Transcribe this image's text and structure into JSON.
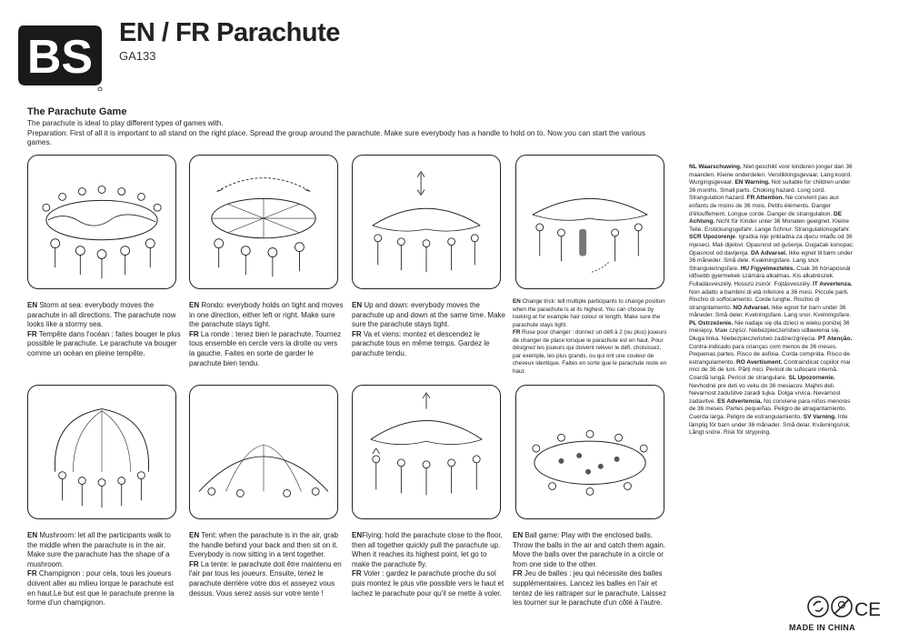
{
  "header": {
    "logo_text": "BS",
    "title": "EN / FR Parachute",
    "code": "GA133"
  },
  "intro": {
    "heading": "The Parachute Game",
    "line1": "The parachute is ideal to play different types of games with.",
    "line2": "Preparation: First of all it is important to all stand on the right place. Spread the group around the parachute. Make sure everybody has a handle to hold on to. Now you can start the various games."
  },
  "games": [
    {
      "en_tag": "EN",
      "en": " Storm at sea: everybody moves the parachute in all directions. The parachute now looks like a stormy sea.",
      "fr_tag": "FR",
      "fr": " Tempête dans  l'océan : faites bouger le plus possible le parachute. Le parachute va bouger comme un océan en pleine tempête."
    },
    {
      "en_tag": "EN",
      "en": " Rondo: everybody holds on tight and moves in one direction, either left or right. Make sure the parachute stays tight.",
      "fr_tag": "FR",
      "fr": " La ronde : tenez bien le parachute. Tournez tous ensemble en cercle vers la droite ou vers la gauche. Faites en sorte de garder le parachute bien tendu."
    },
    {
      "en_tag": "EN",
      "en": " Up and down: everybody moves the parachute up and down at the same time. Make sure the parachute stays tight.",
      "fr_tag": "FR",
      "fr": " Va et viens: montez et descendez le parachute tous en même temps. Gardez le parachute tendu."
    },
    {
      "en_tag": "EN",
      "en": " Change trick: tell multiple participants to change position when the parachute is at its highest. You can choose by looking at for example hair colour or length. Make sure the parachute stays tight.",
      "fr_tag": "FR",
      "fr": " Ruse pour changer : donnez un défi à 2 (ou plus) joueurs de changer de place lorsque le parachute est en haut. Pour désignez les joueurs qui doivent relever le défi, choisissez, par exemple, les plus grands, ou qui ont une couleur de cheveux identique. Faites en sorte que le parachute reste en haut."
    },
    {
      "en_tag": "EN",
      "en": " Mushroom: let all the participants walk to the middle when the parachute is in the air. Make sure the parachute has the shape of a mushroom.",
      "fr_tag": "FR",
      "fr": " Champignon : pour cela, tous les joueurs doivent aller au milieu lorque le parachute est en haut.Le but est que le parachute prenne la forme d'un champignon."
    },
    {
      "en_tag": "EN",
      "en": " Tent: when the parachute is in the air, grab the handle behind your back and then sit on it. Everybody is now sitting in a tent together.",
      "fr_tag": "FR",
      "fr": " La tente: le parachute doit être maintenu en l'air par tous les joueurs. Ensuite, tenez le parachute derrière votre dos et asseyez vous dessus. Vous serez assis sur votre tente !"
    },
    {
      "en_tag": "EN",
      "en": "Flying: hold the parachute close to the floor, then all together quickly pull the parachute up. When it reaches its highest point, let go to make the parachute fly.",
      "fr_tag": "FR",
      "fr": " Voler : gardez le parachute proche du sol puis montez le plus vite possible vers le haut et lachez le parachute pour qu'il se mette à voler."
    },
    {
      "en_tag": "EN",
      "en": " Ball game: Play with the enclosed balls. Throw the balls in the air and catch them again. Move the balls over the parachute in a circle or from one side to the other.",
      "fr_tag": "FR",
      "fr": " Jeu de balles : jeu qui nécessite des balles supplémentaires. Lancez les balles en l'air et tentez de les rattraper sur le parachute. Laissez les tourner sur le parachute d'un côté à l'autre."
    }
  ],
  "warnings": [
    {
      "tag": "NL  Waarschuwing.",
      "text": " Niet geschikt voor kinderen jonger dan 36 maanden. Kleine onderdelen. Verstikkingsgevaar. Lang koord. Wurgingsgevaar. "
    },
    {
      "tag": "EN Warning.",
      "text": " Not suitable for children under 36 months. Small parts. Choking hazard. Long cord. Strangulation hazard. "
    },
    {
      "tag": "FR Attention.",
      "text": " Ne convient pas aux enfants de moins de 36 mois. Petits éléments. Danger d'étouffement. Longue corde. Danger de strangulation. "
    },
    {
      "tag": "DE Achtung.",
      "text": " Nicht für Kinder unter 36 Monaten geeignet. Kleine Teile. Erstickungsgefahr. Lange Schnur. Strangulationsgefahr. "
    },
    {
      "tag": "SCR Upozorenje",
      "text": ". Igračka nije prikladna za djecu mlađu od 36 mjeseci. Mali dijelovi. Opasnost od gušenja. Dugačak konopac. Opasnost od davljenja. "
    },
    {
      "tag": "DA Advarsel.",
      "text": " Ikke egnet til børn under 36 måneder. Små dele. Kvælningsfare. Lang snor. Strangulering­sfare. "
    },
    {
      "tag": "HU Figyelmeztetés.",
      "text": " Csak 36 hónaposnál idősebb gyermekek számára alkalmas. Kis alkatrészek. Fulladásveszély. Hosszú zsinór. Fojtásveszély. "
    },
    {
      "tag": "IT Avvertenza.",
      "text": " Non adatto a bambini di età inferiore a 36 mesi. Piccole parti. Rischio di soffocamento. Corde lunghe. Rischio di strangolamento. "
    },
    {
      "tag": "NO Advarsel.",
      "text": " Ikke egnet for barn under 36 måneder. Små deler. Kvelningsfare. Lang snor. Kvelningsfare. "
    },
    {
      "tag": "PL Ostrzeżenie.",
      "text": " Nie nadaje się dla dzieci w wieku poniżej 36 miesięcy. Małe części. Niebezpieczeństwo udławienia się. Długa linka. Niebezpieczeństwo zadzierzgnięcia. "
    },
    {
      "tag": "PT Atenção.",
      "text": " Contra-indicado para crianças com menos de 36 meses. Pequenas partes. Risco de asfixia. Corda comprida. Risco de estrangulamento. "
    },
    {
      "tag": "RO Avertisment.",
      "text": " Contraindicat copiilor mai mici de 36 de luni. Părți mici. Pericol de sufocare internă. Coardă lungă. Pericol de strangulare. "
    },
    {
      "tag": "SL  Upozornenie.",
      "text": " Nevhodné pre deti vo veku do 36 mesiacov. Majhni deli. Nevarnost zadušitve zaradi tujka. Dolga vrvica. Nevarnost zadavitve. "
    },
    {
      "tag": "ES Advertencia.",
      "text": " No conviene para niños menores de 36 meses. Partes pequeñas. Peligro de atragantamiento. Cuerda larga. Peligro de estrangulamiento. "
    },
    {
      "tag": "SV Varning.",
      "text": " Inte lämplig för barn under 36 månader. Små delar. Kvävningsrisk. Långt snöre. Risk för strypning."
    }
  ],
  "footer": {
    "made_in": "MADE IN CHINA",
    "ce_mark": "CE"
  }
}
